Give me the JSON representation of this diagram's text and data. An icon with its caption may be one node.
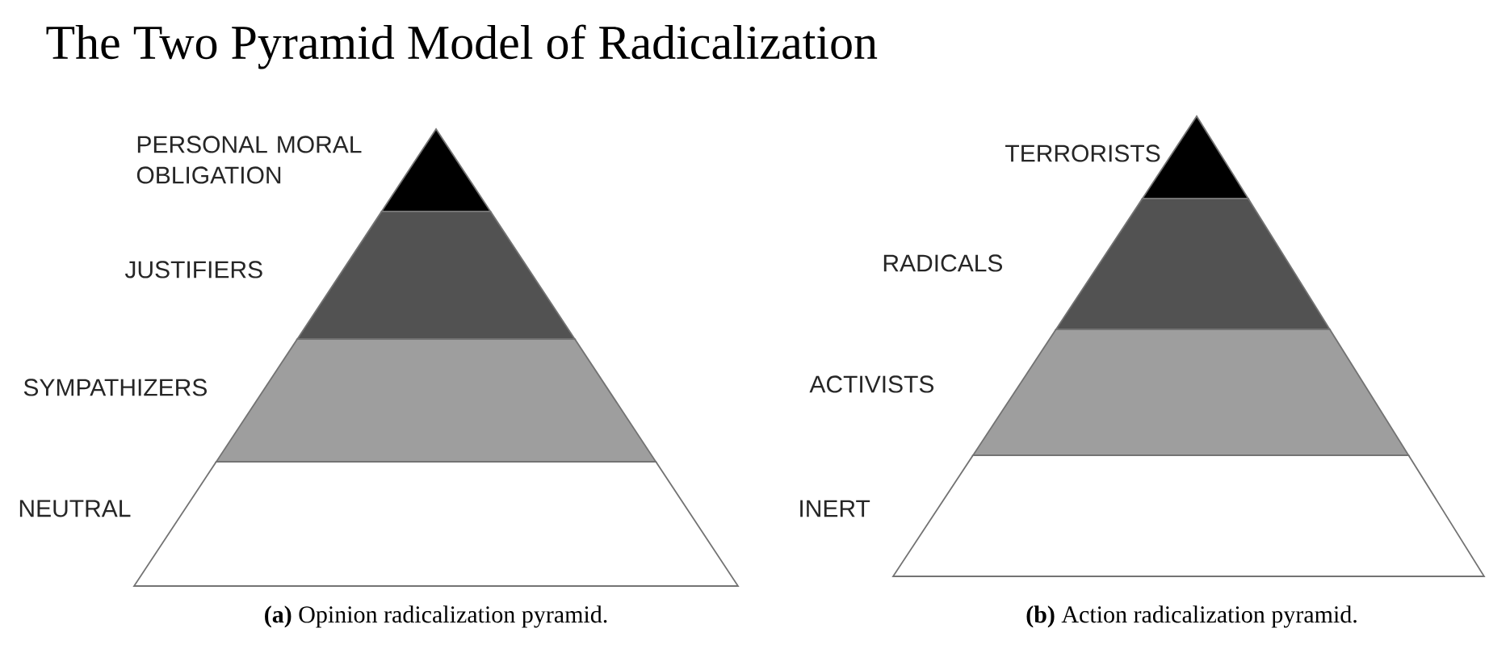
{
  "diagram": {
    "title": "The Two Pyramid Model of Radicalization",
    "nodes": [
      {
        "text": [],
        "shape": "triangle",
        "beside": [
          "PERSONAL MORAL OBLIGATION"
        ]
      },
      {
        "text": [],
        "shape": "trapezoid",
        "beside": [
          "JUSTIFIERS"
        ]
      },
      {
        "text": [],
        "shape": "trapezoid",
        "beside": [
          "SYMPATHIZERS"
        ]
      },
      {
        "text": [],
        "shape": "trapezoid",
        "beside": [
          "NEUTRAL"
        ]
      },
      {
        "text": [],
        "shape": "triangle",
        "beside": [
          "TERRORISTS"
        ]
      },
      {
        "text": [],
        "shape": "trapezoid",
        "beside": [
          "RADICALS"
        ]
      },
      {
        "text": [],
        "shape": "trapezoid",
        "beside": [
          "ACTIVISTS"
        ]
      },
      {
        "text": [],
        "shape": "trapezoid",
        "beside": [
          "INERT"
        ]
      }
    ],
    "labels": [
      "**(a)** Opinion radicalization pyramid.",
      "**(b)** Action radicalization pyramid."
    ]
  }
}
